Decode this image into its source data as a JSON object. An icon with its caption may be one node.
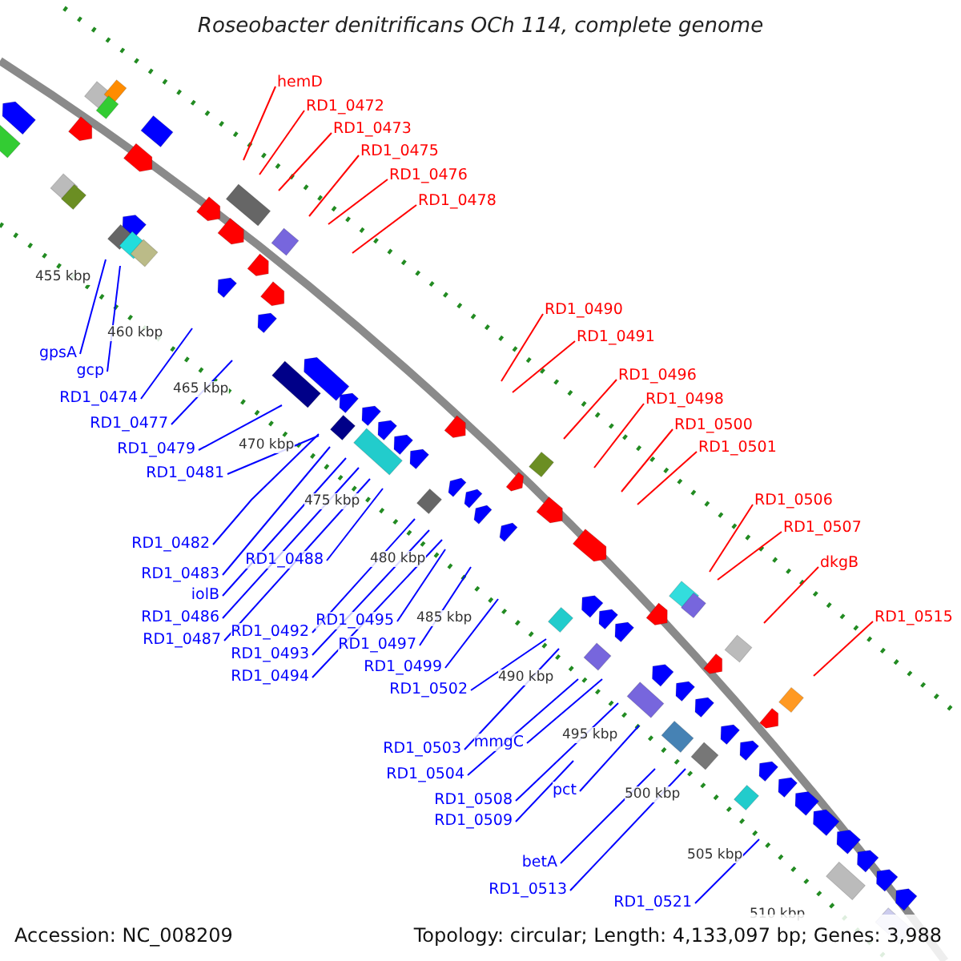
{
  "diagram": {
    "title": "Roseobacter denitrificans OCh 114, complete genome",
    "nodes": [
      {
        "text": [
          "hemD"
        ]
      },
      {
        "text": [
          "RD1_0472"
        ]
      },
      {
        "text": [
          "RD1_0473"
        ]
      },
      {
        "text": [
          "RD1_0475"
        ]
      },
      {
        "text": [
          "RD1_0476"
        ]
      },
      {
        "text": [
          "RD1_0478"
        ]
      },
      {
        "text": [
          "RD1_0490"
        ]
      },
      {
        "text": [
          "RD1_0491"
        ]
      },
      {
        "text": [
          "RD1_0496"
        ]
      },
      {
        "text": [
          "RD1_0498"
        ]
      },
      {
        "text": [
          "RD1_0500"
        ]
      },
      {
        "text": [
          "RD1_0501"
        ]
      },
      {
        "text": [
          "RD1_0506"
        ]
      },
      {
        "text": [
          "RD1_0507"
        ]
      },
      {
        "text": [
          "dkgB"
        ]
      },
      {
        "text": [
          "RD1_0515"
        ]
      },
      {
        "text": [
          "gpsA"
        ]
      },
      {
        "text": [
          "gcp"
        ]
      },
      {
        "text": [
          "RD1_0474"
        ]
      },
      {
        "text": [
          "RD1_0477"
        ]
      },
      {
        "text": [
          "RD1_0479"
        ]
      },
      {
        "text": [
          "RD1_0481"
        ]
      },
      {
        "text": [
          "RD1_0482"
        ]
      },
      {
        "text": [
          "RD1_0483"
        ]
      },
      {
        "text": [
          "iolB"
        ]
      },
      {
        "text": [
          "RD1_0486"
        ]
      },
      {
        "text": [
          "RD1_0487"
        ]
      },
      {
        "text": [
          "RD1_0488"
        ]
      },
      {
        "text": [
          "RD1_0492"
        ]
      },
      {
        "text": [
          "RD1_0493"
        ]
      },
      {
        "text": [
          "RD1_0494"
        ]
      },
      {
        "text": [
          "RD1_0495"
        ]
      },
      {
        "text": [
          "RD1_0497"
        ]
      },
      {
        "text": [
          "RD1_0499"
        ]
      },
      {
        "text": [
          "RD1_0502"
        ]
      },
      {
        "text": [
          "RD1_0503"
        ]
      },
      {
        "text": [
          "mmgC"
        ]
      },
      {
        "text": [
          "RD1_0504"
        ]
      },
      {
        "text": [
          "RD1_0508"
        ]
      },
      {
        "text": [
          "RD1_0509"
        ]
      },
      {
        "text": [
          "pct"
        ]
      },
      {
        "text": [
          "betA"
        ]
      },
      {
        "text": [
          "RD1_0513"
        ]
      },
      {
        "text": [
          "RD1_0521"
        ]
      }
    ],
    "edges": [
      {
        "from": 0,
        "to": null,
        "arrow": "none",
        "color": "#ff0000"
      },
      {
        "from": 1,
        "to": null,
        "arrow": "none",
        "color": "#ff0000"
      },
      {
        "from": 2,
        "to": null,
        "arrow": "none",
        "color": "#ff0000"
      },
      {
        "from": 3,
        "to": null,
        "arrow": "none",
        "color": "#ff0000"
      },
      {
        "from": 4,
        "to": null,
        "arrow": "none",
        "color": "#ff0000"
      },
      {
        "from": 5,
        "to": null,
        "arrow": "none",
        "color": "#ff0000"
      },
      {
        "from": 6,
        "to": null,
        "arrow": "none",
        "color": "#ff0000"
      },
      {
        "from": 7,
        "to": null,
        "arrow": "none",
        "color": "#ff0000"
      },
      {
        "from": 8,
        "to": null,
        "arrow": "none",
        "color": "#ff0000"
      },
      {
        "from": 9,
        "to": null,
        "arrow": "none",
        "color": "#ff0000"
      },
      {
        "from": 10,
        "to": null,
        "arrow": "none",
        "color": "#ff0000"
      },
      {
        "from": 11,
        "to": null,
        "arrow": "none",
        "color": "#ff0000"
      },
      {
        "from": 12,
        "to": null,
        "arrow": "none",
        "color": "#ff0000"
      },
      {
        "from": 13,
        "to": null,
        "arrow": "none",
        "color": "#ff0000"
      },
      {
        "from": 14,
        "to": null,
        "arrow": "none",
        "color": "#ff0000"
      },
      {
        "from": 15,
        "to": null,
        "arrow": "none",
        "color": "#ff0000"
      },
      {
        "from": 16,
        "to": null,
        "arrow": "none"
      },
      {
        "from": 17,
        "to": null,
        "arrow": "none"
      },
      {
        "from": 18,
        "to": null,
        "arrow": "none"
      },
      {
        "from": 19,
        "to": null,
        "arrow": "none"
      },
      {
        "from": 20,
        "to": null,
        "arrow": "none"
      },
      {
        "from": 21,
        "to": null,
        "arrow": "none"
      },
      {
        "from": 22,
        "to": null,
        "arrow": "none"
      },
      {
        "from": 23,
        "to": null,
        "arrow": "none"
      },
      {
        "from": 24,
        "to": null,
        "arrow": "none"
      },
      {
        "from": 25,
        "to": null,
        "arrow": "none"
      },
      {
        "from": 26,
        "to": null,
        "arrow": "none"
      },
      {
        "from": 27,
        "to": null,
        "arrow": "none"
      },
      {
        "from": 28,
        "to": null,
        "arrow": "none"
      },
      {
        "from": 29,
        "to": null,
        "arrow": "none"
      },
      {
        "from": 30,
        "to": null,
        "arrow": "none"
      },
      {
        "from": 31,
        "to": null,
        "arrow": "none"
      },
      {
        "from": 32,
        "to": null,
        "arrow": "none"
      },
      {
        "from": 33,
        "to": null,
        "arrow": "none"
      },
      {
        "from": 34,
        "to": null,
        "arrow": "none"
      },
      {
        "from": 35,
        "to": null,
        "arrow": "none"
      },
      {
        "from": 36,
        "to": null,
        "arrow": "none"
      },
      {
        "from": 37,
        "to": null,
        "arrow": "none"
      },
      {
        "from": 38,
        "to": null,
        "arrow": "none"
      },
      {
        "from": 39,
        "to": null,
        "arrow": "none"
      },
      {
        "from": 40,
        "to": null,
        "arrow": "none"
      },
      {
        "from": 41,
        "to": null,
        "arrow": "none"
      },
      {
        "from": 42,
        "to": null,
        "arrow": "none"
      },
      {
        "from": 43,
        "to": null,
        "arrow": "none"
      }
    ],
    "labels": [
      "455 kbp",
      "460 kbp",
      "465 kbp",
      "470 kbp",
      "475 kbp",
      "480 kbp",
      "485 kbp",
      "490 kbp",
      "495 kbp",
      "500 kbp",
      "505 kbp",
      "510 kbp",
      "Accession: NC_008209",
      "Topology: circular; Length: 4,133,097 bp; Genes: 3,988"
    ]
  }
}
